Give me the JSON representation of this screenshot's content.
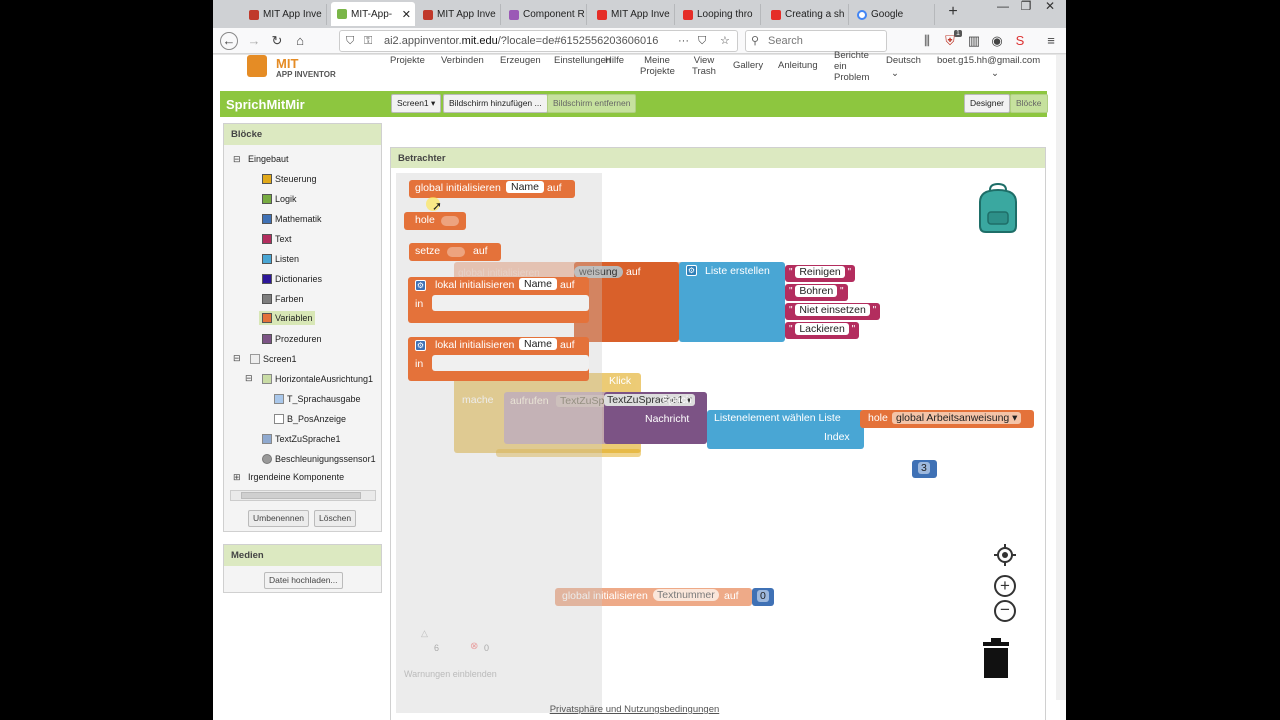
{
  "browser": {
    "tabs": [
      {
        "title": "MIT App Inve",
        "icon": "mit-icon",
        "active": false
      },
      {
        "title": "MIT-App-",
        "icon": "mit-icon",
        "active": true
      },
      {
        "title": "MIT App Inve",
        "icon": "mit-icon",
        "active": false
      },
      {
        "title": "Component R",
        "icon": "component-icon",
        "active": false
      },
      {
        "title": "MIT App Inve",
        "icon": "youtube-icon",
        "active": false
      },
      {
        "title": "Looping thro",
        "icon": "youtube-icon",
        "active": false
      },
      {
        "title": "Creating a sh",
        "icon": "youtube-icon",
        "active": false
      },
      {
        "title": "Google",
        "icon": "google-icon",
        "active": false
      }
    ],
    "url_prefix": "ai2.appinventor.",
    "url_domain": "mit.edu",
    "url_suffix": "/?locale=de#6152556203606016",
    "search_placeholder": "Search",
    "ext_badge": "1"
  },
  "appinventor": {
    "logo_top": "MIT",
    "logo_bottom": "APP INVENTOR",
    "menu": {
      "projekte": "Projekte",
      "verbinden": "Verbinden",
      "erzeugen": "Erzeugen",
      "einstellungen": "Einstellungen",
      "hilfe": "Hilfe",
      "meine_projekte": "Meine Projekte",
      "view_trash": "View Trash",
      "gallery": "Gallery",
      "anleitung": "Anleitung",
      "bericht": "Berichte ein Problem",
      "deutsch": "Deutsch",
      "account": "boet.g15.hh@gmail.com"
    },
    "project_name": "SprichMitMir",
    "screen_button": "Screen1",
    "add_screen": "Bildschirm hinzufügen ...",
    "remove_screen": "Bildschirm entfernen",
    "designer": "Designer",
    "bloecke_btn": "Blöcke"
  },
  "blocks_panel": {
    "title": "Blöcke",
    "builtin": "Eingebaut",
    "items": [
      {
        "label": "Steuerung",
        "color": "#e1a91a"
      },
      {
        "label": "Logik",
        "color": "#77ab41"
      },
      {
        "label": "Mathematik",
        "color": "#3f71b5"
      },
      {
        "label": "Text",
        "color": "#b32d5e"
      },
      {
        "label": "Listen",
        "color": "#49a6d4"
      },
      {
        "label": "Dictionaries",
        "color": "#2d1799"
      },
      {
        "label": "Farben",
        "color": "#7d7d7d"
      },
      {
        "label": "Variablen",
        "color": "#e4723a"
      },
      {
        "label": "Prozeduren",
        "color": "#7c5385"
      }
    ],
    "screen": "Screen1",
    "horiz": "HorizontaleAusrichtung1",
    "t_sprach": "T_Sprachausgabe",
    "b_pos": "B_PosAnzeige",
    "tts": "TextZuSprache1",
    "accel": "Beschleunigungssensor1",
    "any": "Irgendeine Komponente",
    "rename": "Umbenennen",
    "delete": "Löschen"
  },
  "media_panel": {
    "title": "Medien",
    "upload": "Datei hochladen..."
  },
  "viewer": {
    "title": "Betrachter",
    "flyout": {
      "init_global": "global initialisieren",
      "name": "Name",
      "auf": "auf",
      "hole": "hole",
      "setze": "setze",
      "local_init": "lokal initialisieren",
      "in": "in"
    },
    "blocks": {
      "global_init_ghost": "global initialisieren",
      "weisung_fragment": "weisung",
      "auf": "auf",
      "liste_erstellen": "Liste erstellen",
      "items": [
        "Reinigen",
        "Bohren",
        "Niet einsetzen",
        "Lackieren"
      ],
      "klick": "Klick",
      "mache": "mache",
      "aufrufen": "aufrufen",
      "tts_component": "TextZuSprache1",
      "sprich": ".Sprich",
      "nachricht": "Nachricht",
      "listenelement": "Listenelement wählen  Liste",
      "index": "Index",
      "hole": "hole",
      "global_var": "global Arbeitsanweisung",
      "number_three": "3",
      "textnummer_init": "global initialisieren",
      "textnummer": "Textnummer",
      "auf2": "auf",
      "zero": "0"
    },
    "warnings_count": "6",
    "errors_count": "0",
    "warnings_toggle": "Warnungen einblenden"
  },
  "footer": "Privatsphäre und Nutzungsbedingungen"
}
